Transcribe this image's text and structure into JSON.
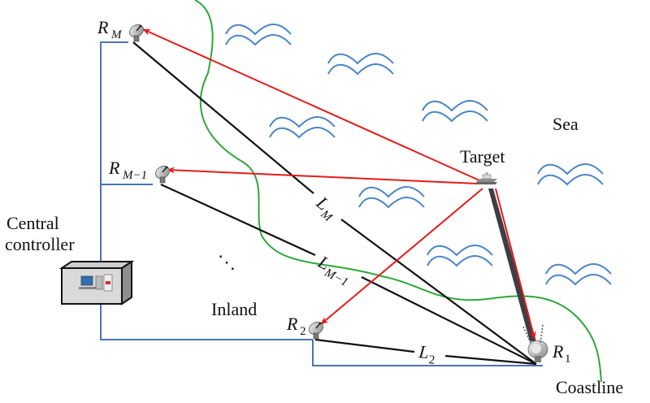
{
  "diagram": {
    "colors": {
      "coastline": "#2ea83a",
      "wave": "#4a86c8",
      "signal": "#e31b1b",
      "baseline": "#111111",
      "link": "#4a73b5",
      "beam": "#3e3f45"
    },
    "labels": {
      "sea": "Sea",
      "target": "Target",
      "inland": "Inland",
      "coastline": "Coastline",
      "central_controller_line1": "Central",
      "central_controller_line2": "controller",
      "ellipsis": "⋱"
    },
    "receivers": [
      {
        "id": "RM",
        "main": "R",
        "sub": "M"
      },
      {
        "id": "RM-1",
        "main": "R",
        "sub": "M−1"
      },
      {
        "id": "R2",
        "main": "R",
        "sub": "2"
      },
      {
        "id": "R1",
        "main": "R",
        "sub": "1"
      }
    ],
    "baselines": [
      {
        "id": "LM",
        "main": "L",
        "sub": "M"
      },
      {
        "id": "LM-1",
        "main": "L",
        "sub": "M−1"
      },
      {
        "id": "L2",
        "main": "L",
        "sub": "2"
      }
    ],
    "icons": {
      "receiver": "satellite-dish-icon",
      "target": "ship-icon",
      "controller": "computer-cabinet-icon",
      "wave": "wave-icon"
    }
  }
}
